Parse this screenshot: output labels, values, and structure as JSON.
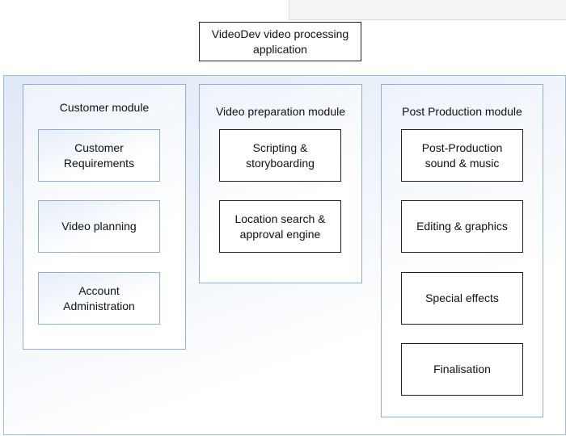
{
  "app_title": "VideoDev video processing application",
  "modules": {
    "customer": {
      "title": "Customer module",
      "items": [
        "Customer Requirements",
        "Video planning",
        "Account Administration"
      ]
    },
    "video_prep": {
      "title": "Video preparation module",
      "items": [
        "Scripting & storyboarding",
        "Location search & approval engine"
      ]
    },
    "post_production": {
      "title": "Post Production module",
      "items": [
        "Post-Production sound & music",
        "Editing & graphics",
        "Special effects",
        "Finalisation"
      ]
    }
  }
}
